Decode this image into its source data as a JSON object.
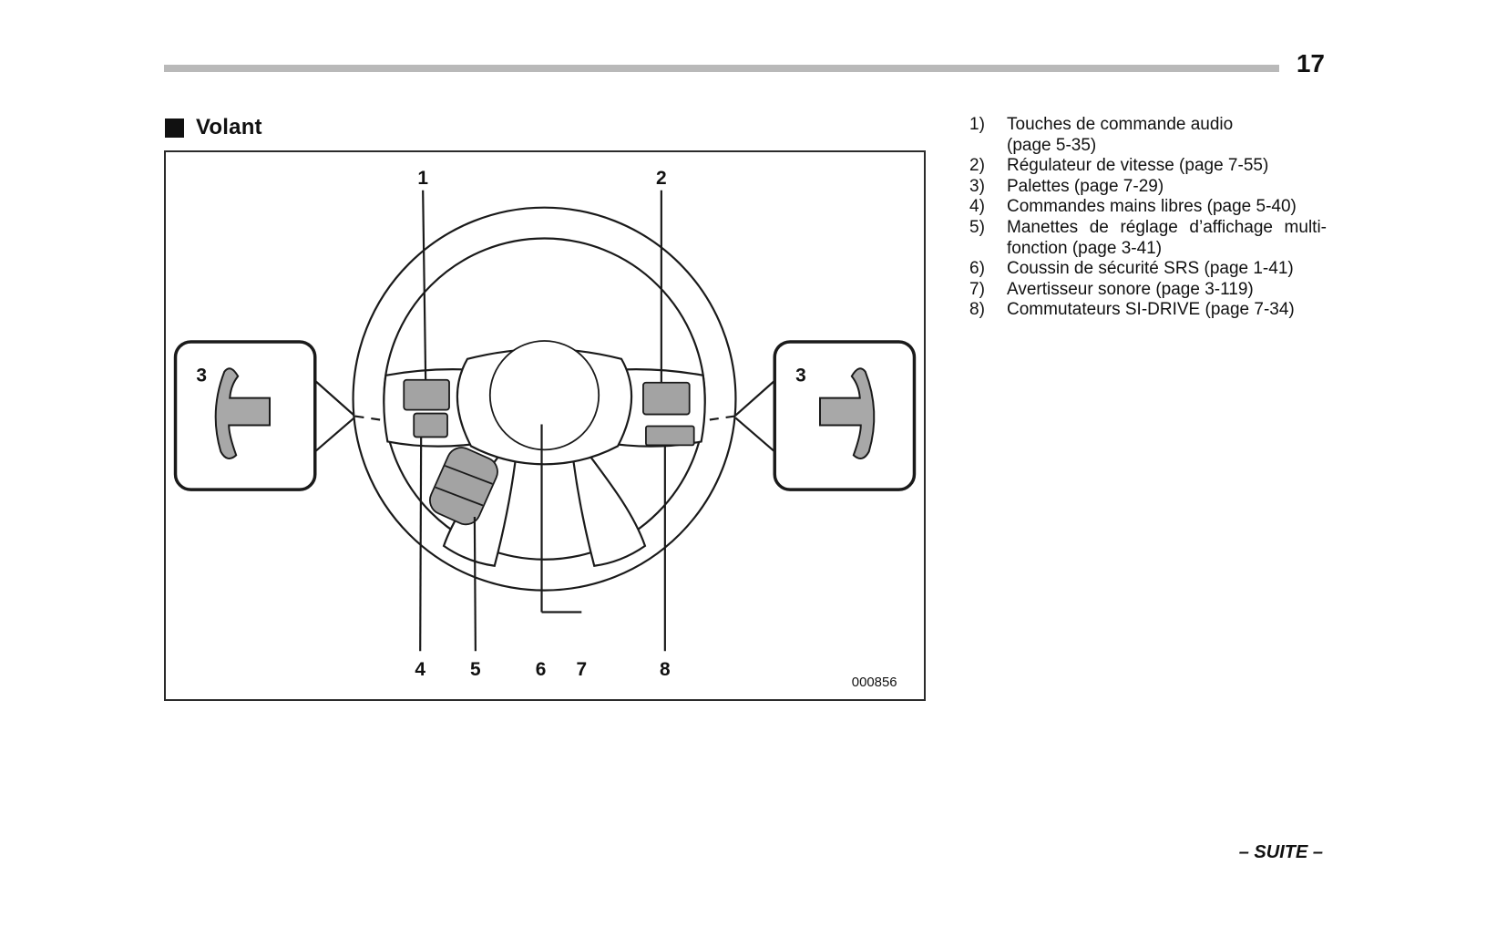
{
  "page": {
    "number": "17",
    "continuation_label": "– SUITE –"
  },
  "section": {
    "title": "Volant"
  },
  "figure": {
    "code": "000856",
    "callouts": {
      "n1": "1",
      "n2": "2",
      "n3": "3",
      "n4": "4",
      "n5": "5",
      "n6": "6",
      "n7": "7",
      "n8": "8"
    }
  },
  "legend": {
    "items": [
      {
        "num": "1)",
        "lines": [
          "Touches de commande audio",
          "(page 5-35)"
        ]
      },
      {
        "num": "2)",
        "lines": [
          "Régulateur de vitesse (page 7-55)"
        ]
      },
      {
        "num": "3)",
        "lines": [
          "Palettes (page 7-29)"
        ]
      },
      {
        "num": "4)",
        "lines": [
          "Commandes mains libres (page 5-40)"
        ]
      },
      {
        "num": "5)",
        "lines": [
          "Manettes de réglage d’affichage multi-",
          "fonction (page 3-41)"
        ]
      },
      {
        "num": "6)",
        "lines": [
          "Coussin de sécurité SRS (page 1-41)"
        ]
      },
      {
        "num": "7)",
        "lines": [
          "Avertisseur sonore (page 3-119)"
        ]
      },
      {
        "num": "8)",
        "lines": [
          "Commutateurs SI-DRIVE (page 7-34)"
        ]
      }
    ]
  }
}
